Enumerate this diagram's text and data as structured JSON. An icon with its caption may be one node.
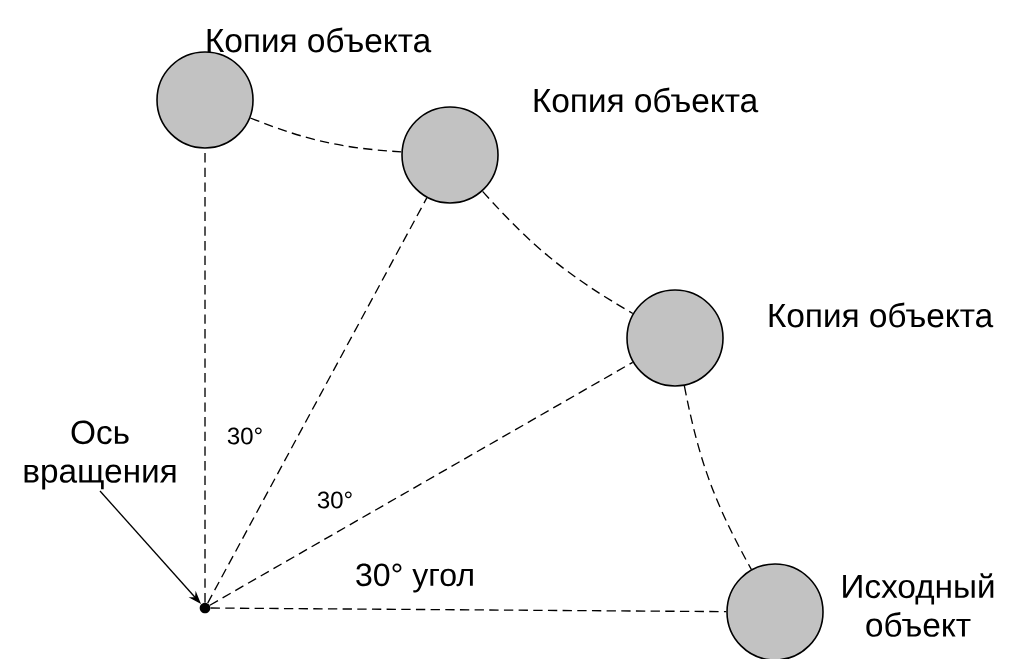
{
  "diagram": {
    "nodes": [
      {
        "text": [
          "Копия объекта"
        ]
      },
      {
        "text": [
          "Копия объекта"
        ]
      },
      {
        "text": [
          "Копия объекта"
        ]
      },
      {
        "text": [
          "Исходный объект"
        ]
      },
      {
        "text": [],
        "shape": "circle"
      },
      {
        "text": [
          "Ось вращения"
        ]
      }
    ],
    "edges": [
      {
        "from": 4,
        "to": 0,
        "arrow": "none",
        "style": "dashed"
      },
      {
        "from": 4,
        "to": 1,
        "arrow": "none",
        "style": "dashed"
      },
      {
        "from": 4,
        "to": 2,
        "arrow": "none",
        "style": "dashed"
      },
      {
        "from": 4,
        "to": 3,
        "arrow": "none",
        "style": "dashed"
      },
      {
        "from": 0,
        "to": 1,
        "arrow": "none",
        "style": "dashed"
      },
      {
        "from": 1,
        "to": 2,
        "arrow": "none",
        "style": "dashed"
      },
      {
        "from": 2,
        "to": 3,
        "arrow": "none",
        "style": "dashed"
      },
      {
        "from": 5,
        "to": 4,
        "arrow": "to"
      }
    ],
    "labels": [
      "30°",
      "30°",
      "30° угол"
    ]
  }
}
